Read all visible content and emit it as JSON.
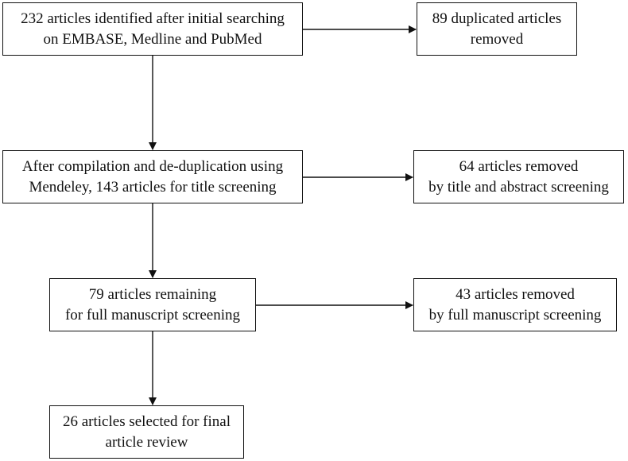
{
  "nodes": {
    "identified": {
      "line1": "232 articles identified after initial searching",
      "line2": "on EMBASE, Medline and PubMed"
    },
    "duplicates_removed": {
      "line1": "89 duplicated articles",
      "line2": "removed"
    },
    "title_screening": {
      "line1": "After compilation and de-duplication using",
      "line2": "Mendeley, 143 articles for title screening"
    },
    "title_abstract_removed": {
      "line1": "64 articles removed",
      "line2": "by title and abstract screening"
    },
    "full_manuscript": {
      "line1": "79 articles remaining",
      "line2": "for full manuscript screening"
    },
    "full_manuscript_removed": {
      "line1": "43 articles removed",
      "line2": "by full manuscript screening"
    },
    "final_review": {
      "line1": "26 articles selected for final",
      "line2": "article review"
    }
  },
  "colors": {
    "stroke": "#111111",
    "background": "#ffffff",
    "text": "#111111"
  }
}
